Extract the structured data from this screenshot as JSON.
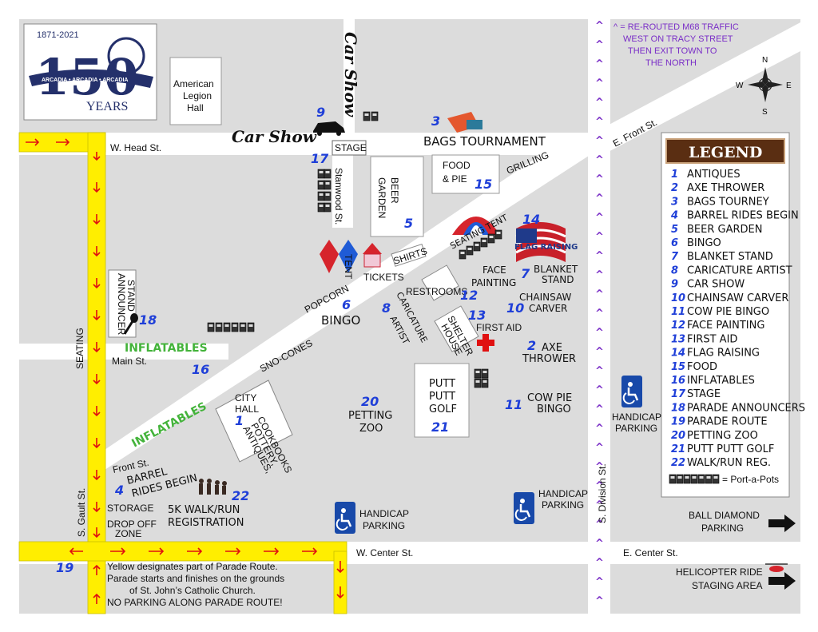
{
  "logo": {
    "years": "1871-2021",
    "number": "150",
    "banner": "ARCADIA • ARCADIA • ARCADIA",
    "word": "YEARS"
  },
  "reroute_note": [
    "^ = RE-ROUTED M68 TRAFFIC",
    "WEST ON TRACY STREET",
    "THEN EXIT TOWN TO",
    "THE NORTH"
  ],
  "compass": {
    "n": "N",
    "s": "S",
    "e": "E",
    "w": "W"
  },
  "streets": {
    "w_head": "W. Head St.",
    "e_front": "E. Front St.",
    "stanwood": "Stanwood St.",
    "main": "Main St.",
    "front": "Front St.",
    "gault": "S. Gault St.",
    "division": "S. Division St.",
    "w_center": "W. Center St.",
    "e_center": "E. Center St."
  },
  "buildings": {
    "legion": [
      "American",
      "Legion",
      "Hall"
    ],
    "stage": "STAGE",
    "beer_garden": [
      "BEER",
      "GARDEN"
    ],
    "food_pie": [
      "FOOD",
      "& PIE"
    ],
    "shirts": "SHIRTS",
    "restrooms": "RESTROOMS",
    "shelter": [
      "SHELTER",
      "HOUSE"
    ],
    "putt": [
      "PUTT",
      "PUTT",
      "GOLF"
    ],
    "city_hall": [
      "CITY",
      "HALL"
    ],
    "city_hall_sub": [
      "ANTIQUES,",
      "POTTERY,",
      "COOKBOOKS"
    ],
    "announcer": [
      "ANNOUNCER",
      "STAND"
    ]
  },
  "car_show": "Car Show",
  "labels": {
    "bags": "BAGS TOURNAMENT",
    "grilling": "GRILLING",
    "seating_tent": "SEATING TENT",
    "flag_raising": "FLAG RAISING",
    "tent": "TENT",
    "tickets": "TICKETS",
    "face_painting": [
      "FACE",
      "PAINTING"
    ],
    "blanket": [
      "BLANKET",
      "STAND"
    ],
    "chainsaw": [
      "CHAINSAW",
      "CARVER"
    ],
    "popcorn": "POPCORN",
    "bingo": "BINGO",
    "caricature": [
      "CARICATURE",
      "ARTIST"
    ],
    "first_aid": "FIRST AID",
    "axe": [
      "AXE",
      "THROWER"
    ],
    "inflatables": "INFLATABLES",
    "sno_cones": "SNO-CONES",
    "seating": "SEATING",
    "petting": [
      "PETTING",
      "ZOO"
    ],
    "cow_pie": [
      "COW PIE",
      "BINGO"
    ],
    "handicap": [
      "HANDICAP",
      "PARKING"
    ],
    "barrel": [
      "BARREL",
      "RIDES BEGIN"
    ],
    "storage": "STORAGE",
    "dropoff": [
      "DROP OFF",
      "ZONE"
    ],
    "walkrun": [
      "5K WALK/RUN",
      "REGISTRATION"
    ],
    "ball_diamond": [
      "BALL DIAMOND",
      "PARKING"
    ],
    "helicopter": [
      "HELICOPTER RIDE",
      "STAGING AREA"
    ]
  },
  "nums": {
    "n1": "1",
    "n2": "2",
    "n3": "3",
    "n4": "4",
    "n5": "5",
    "n6": "6",
    "n7": "7",
    "n8": "8",
    "n9": "9",
    "n10": "10",
    "n11": "11",
    "n12": "12",
    "n13": "13",
    "n14": "14",
    "n15": "15",
    "n16": "16",
    "n17": "17",
    "n18": "18",
    "n19": "19",
    "n20": "20",
    "n21": "21",
    "n22": "22"
  },
  "parade_note": [
    "Yellow designates part of Parade Route.",
    "Parade starts and finishes on the grounds",
    "of St. John’s Catholic Church.",
    "NO PARKING ALONG PARADE ROUTE!"
  ],
  "legend": {
    "title": "LEGEND",
    "items": [
      {
        "n": "1",
        "label": "ANTIQUES"
      },
      {
        "n": "2",
        "label": "AXE THROWER"
      },
      {
        "n": "3",
        "label": "BAGS TOURNEY"
      },
      {
        "n": "4",
        "label": "BARREL RIDES BEGIN"
      },
      {
        "n": "5",
        "label": "BEER GARDEN"
      },
      {
        "n": "6",
        "label": "BINGO"
      },
      {
        "n": "7",
        "label": "BLANKET STAND"
      },
      {
        "n": "8",
        "label": "CARICATURE ARTIST"
      },
      {
        "n": "9",
        "label": "CAR SHOW"
      },
      {
        "n": "10",
        "label": "CHAINSAW CARVER"
      },
      {
        "n": "11",
        "label": "COW PIE BINGO"
      },
      {
        "n": "12",
        "label": "FACE PAINTING"
      },
      {
        "n": "13",
        "label": "FIRST AID"
      },
      {
        "n": "14",
        "label": "FLAG RAISING"
      },
      {
        "n": "15",
        "label": "FOOD"
      },
      {
        "n": "16",
        "label": "INFLATABLES"
      },
      {
        "n": "17",
        "label": "STAGE"
      },
      {
        "n": "18",
        "label": "PARADE ANNOUNCERS"
      },
      {
        "n": "19",
        "label": "PARADE ROUTE"
      },
      {
        "n": "20",
        "label": "PETTING ZOO"
      },
      {
        "n": "21",
        "label": "PUTT PUTT GOLF"
      },
      {
        "n": "22",
        "label": "WALK/RUN REG."
      }
    ],
    "portapots": "= Port-a-Pots"
  },
  "colors": {
    "ground": "#dcdcdc",
    "road": "#ffffff",
    "parade": "#ffee00",
    "arrow": "#e01010",
    "legend_header": "#5a2e12",
    "number": "#1f3fd8"
  }
}
